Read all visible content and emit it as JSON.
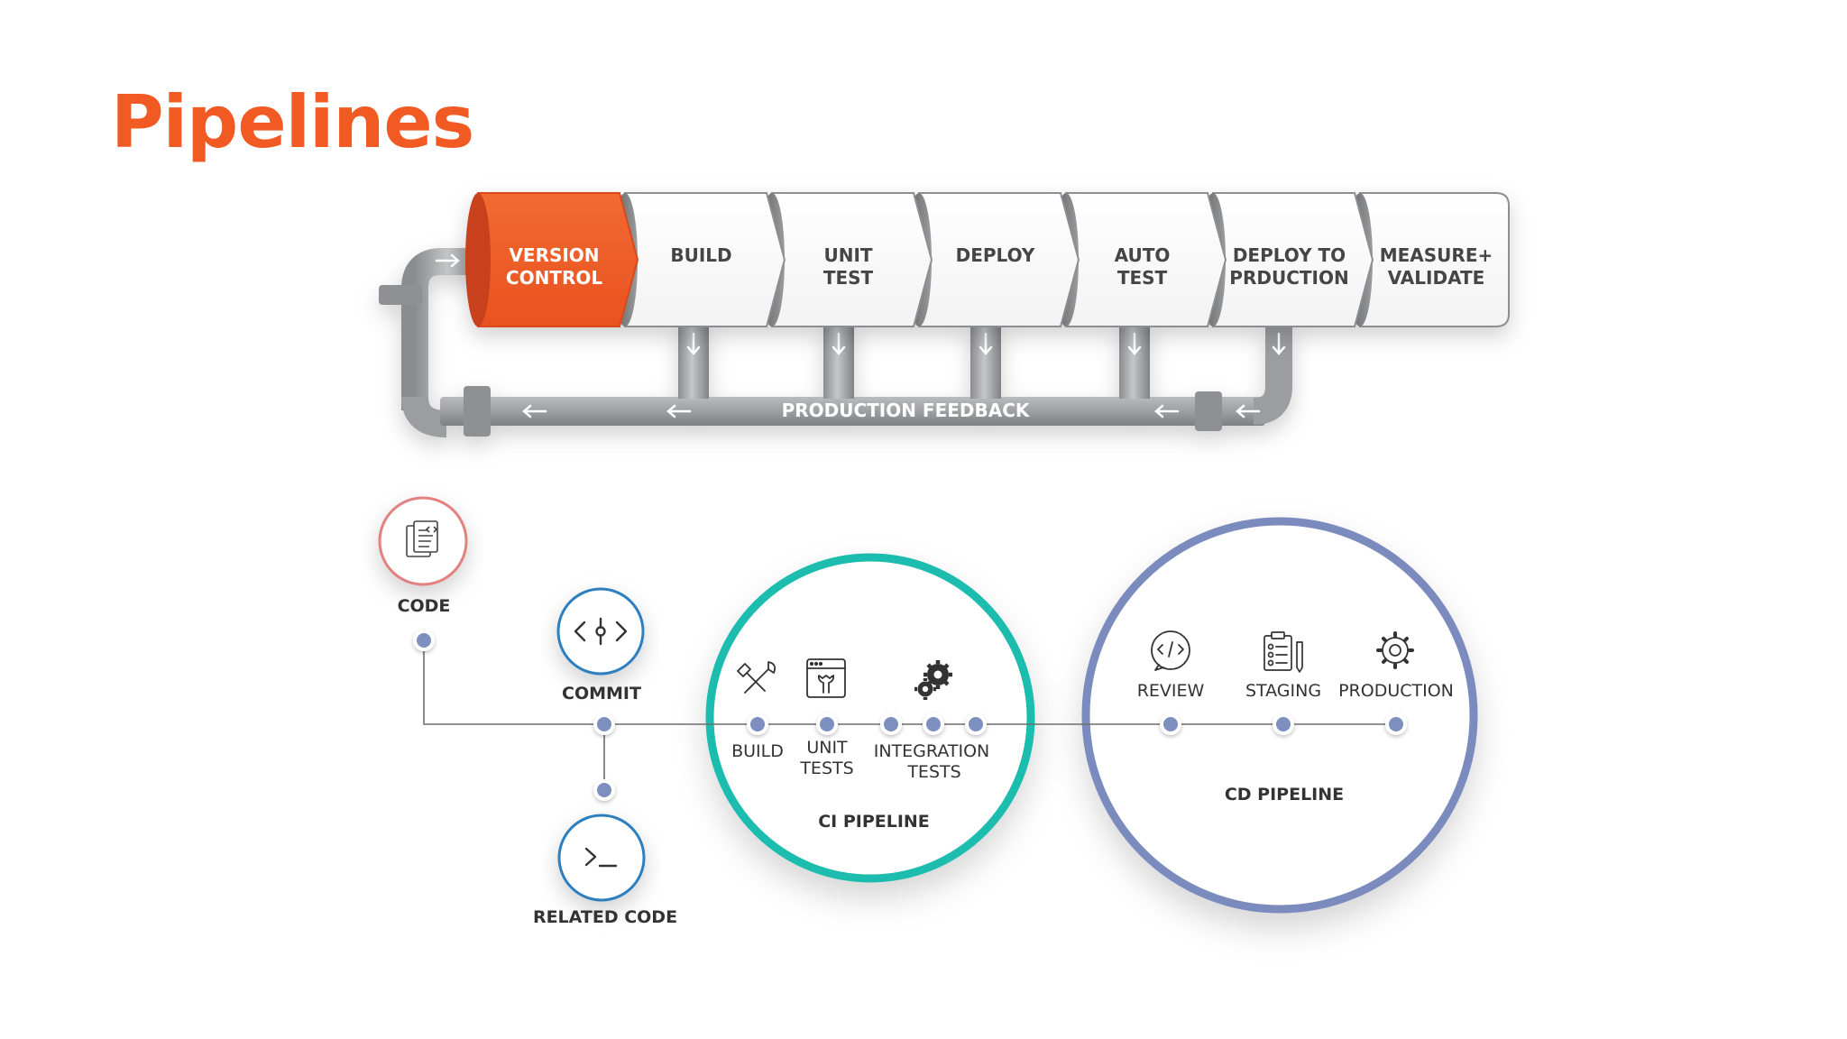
{
  "title": "Pipelines",
  "colors": {
    "accent": "#f15a22",
    "pipe": "#9a9c9f",
    "ci_ring": "#1fbcae",
    "cd_ring": "#7b8bbd",
    "node_dot": "#7d8fbf",
    "code_ring": "#e2817f",
    "commit_ring": "#2d7fbf"
  },
  "top_flow": {
    "segments": [
      {
        "lines": [
          "VERSION",
          "CONTROL"
        ],
        "highlight": true
      },
      {
        "lines": [
          "BUILD"
        ],
        "highlight": false
      },
      {
        "lines": [
          "UNIT",
          "TEST"
        ],
        "highlight": false
      },
      {
        "lines": [
          "DEPLOY"
        ],
        "highlight": false
      },
      {
        "lines": [
          "AUTO",
          "TEST"
        ],
        "highlight": false
      },
      {
        "lines": [
          "DEPLOY TO",
          "PRDUCTION"
        ],
        "highlight": false
      },
      {
        "lines": [
          "MEASURE+",
          "VALIDATE"
        ],
        "highlight": false
      }
    ],
    "feedback_label": "PRODUCTION FEEDBACK"
  },
  "bottom_flow": {
    "code": {
      "label": "CODE",
      "icon": "code-document-icon"
    },
    "commit": {
      "label": "COMMIT",
      "icon": "commit-icon"
    },
    "related_code": {
      "label": "RELATED CODE",
      "icon": "terminal-icon"
    },
    "ci": {
      "label": "CI PIPELINE",
      "build": {
        "label": "BUILD",
        "icon": "tools-icon"
      },
      "unit_tests": {
        "lines": [
          "UNIT",
          "TESTS"
        ],
        "icon": "browser-wrench-icon"
      },
      "integration_tests": {
        "lines": [
          "INTEGRATION",
          "TESTS"
        ],
        "icon": "gears-icon"
      }
    },
    "cd": {
      "label": "CD PIPELINE",
      "review": {
        "label": "REVIEW",
        "icon": "code-review-icon"
      },
      "staging": {
        "label": "STAGING",
        "icon": "clipboard-checklist-icon"
      },
      "production": {
        "label": "PRODUCTION",
        "icon": "gear-icon"
      }
    }
  }
}
